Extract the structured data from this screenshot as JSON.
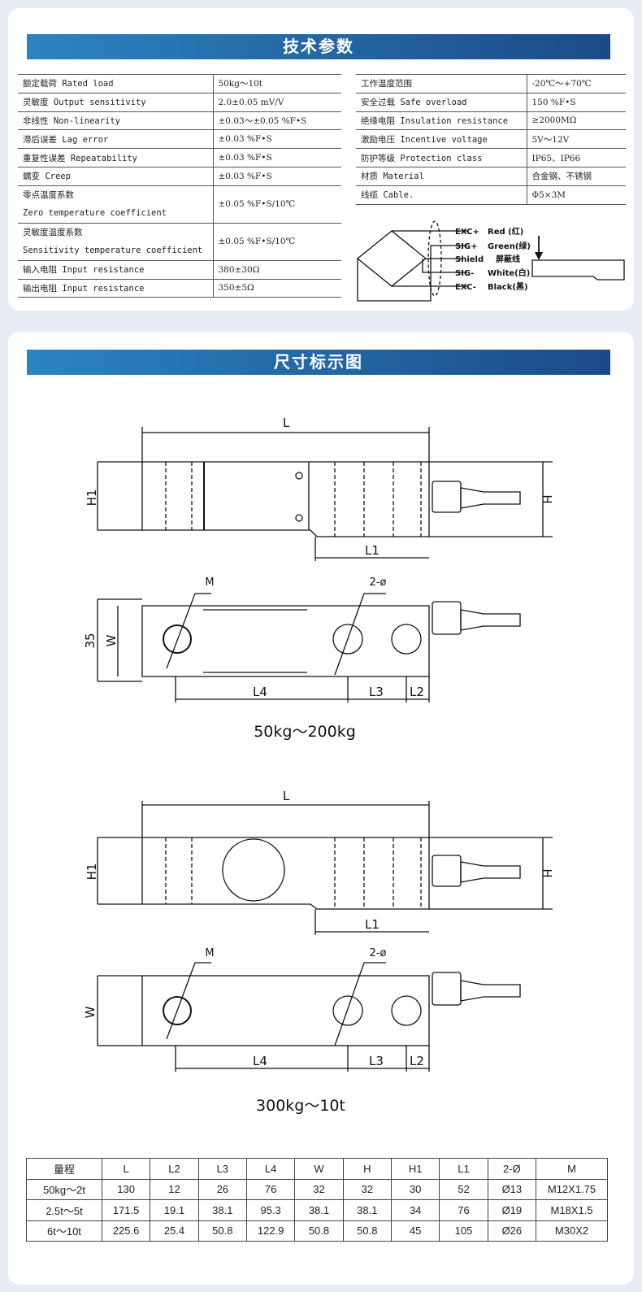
{
  "section1_title": "技术参数",
  "section2_title": "尺寸标示图",
  "spec_left": [
    {
      "label": "额定载荷 Rated load",
      "value": "50kg～10t"
    },
    {
      "label": "灵敏度 Output sensitivity",
      "value": "2.0±0.05 mV/V"
    },
    {
      "label": "非线性 Non-linearity",
      "value": "±0.03～±0.05 %F•S"
    },
    {
      "label": "滞后误差 Lag error",
      "value": "±0.03 %F•S"
    },
    {
      "label": "重复性误差 Repeatability",
      "value": "±0.03 %F•S"
    },
    {
      "label": "蠕变 Creep",
      "value": "±0.03 %F•S"
    },
    {
      "label": "零点温度系数",
      "label2": "Zero temperature coefficient",
      "value": "±0.05 %F•S/10℃"
    },
    {
      "label": "灵敏度温度系数",
      "label2": "Sensitivity temperature coefficient",
      "value": "±0.05 %F•S/10℃"
    },
    {
      "label": "输入电阻 Input resistance",
      "value": "380±30Ω"
    },
    {
      "label": "输出电阻 Input resistance",
      "value": "350±5Ω"
    }
  ],
  "spec_right": [
    {
      "label": "工作温度范围",
      "value": "-20℃～+70℃"
    },
    {
      "label": "安全过载 Safe overload",
      "value": "150 %F•S"
    },
    {
      "label": "绝缘电阻 Insulation resistance",
      "value": "≥2000MΩ"
    },
    {
      "label": "激励电压 Incentive voltage",
      "value": "5V～12V"
    },
    {
      "label": "防护等级 Protection class",
      "value": "IP65、IP66"
    },
    {
      "label": "材质 Material",
      "value": "合金钢、不锈钢"
    },
    {
      "label": "线缆 Cable.",
      "value": "Φ5×3M"
    }
  ],
  "wiring": [
    {
      "signal": "EXC+",
      "color": "Red  (红)"
    },
    {
      "signal": "SIG+",
      "color": "Green(绿)"
    },
    {
      "signal": "Shield",
      "color": "屏蔽线"
    },
    {
      "signal": "SIG-",
      "color": "White(白)"
    },
    {
      "signal": "EXC-",
      "color": "Black(黑)"
    }
  ],
  "drawings": {
    "L": "L",
    "L1": "L1",
    "L2": "L2",
    "L3": "L3",
    "L4": "L4",
    "H": "H",
    "H1": "H1",
    "W": "W",
    "M": "M",
    "hole": "2-ø",
    "d35": "35",
    "caption1": "50kg～200kg",
    "caption2": "300kg～10t"
  },
  "dim_table": {
    "headers": [
      "量程",
      "L",
      "L2",
      "L3",
      "L4",
      "W",
      "H",
      "H1",
      "L1",
      "2-Ø",
      "M"
    ],
    "rows": [
      [
        "50kg～2t",
        "130",
        "12",
        "26",
        "76",
        "32",
        "32",
        "30",
        "52",
        "Ø13",
        "M12X1.75"
      ],
      [
        "2.5t～5t",
        "171.5",
        "19.1",
        "38.1",
        "95.3",
        "38.1",
        "38.1",
        "34",
        "76",
        "Ø19",
        "M18X1.5"
      ],
      [
        "6t～10t",
        "225.6",
        "25.4",
        "50.8",
        "122.9",
        "50.8",
        "50.8",
        "45",
        "105",
        "Ø26",
        "M30X2"
      ]
    ]
  },
  "colors": {
    "bar_start": "#2b84c0",
    "bar_end": "#1c4a8a"
  }
}
